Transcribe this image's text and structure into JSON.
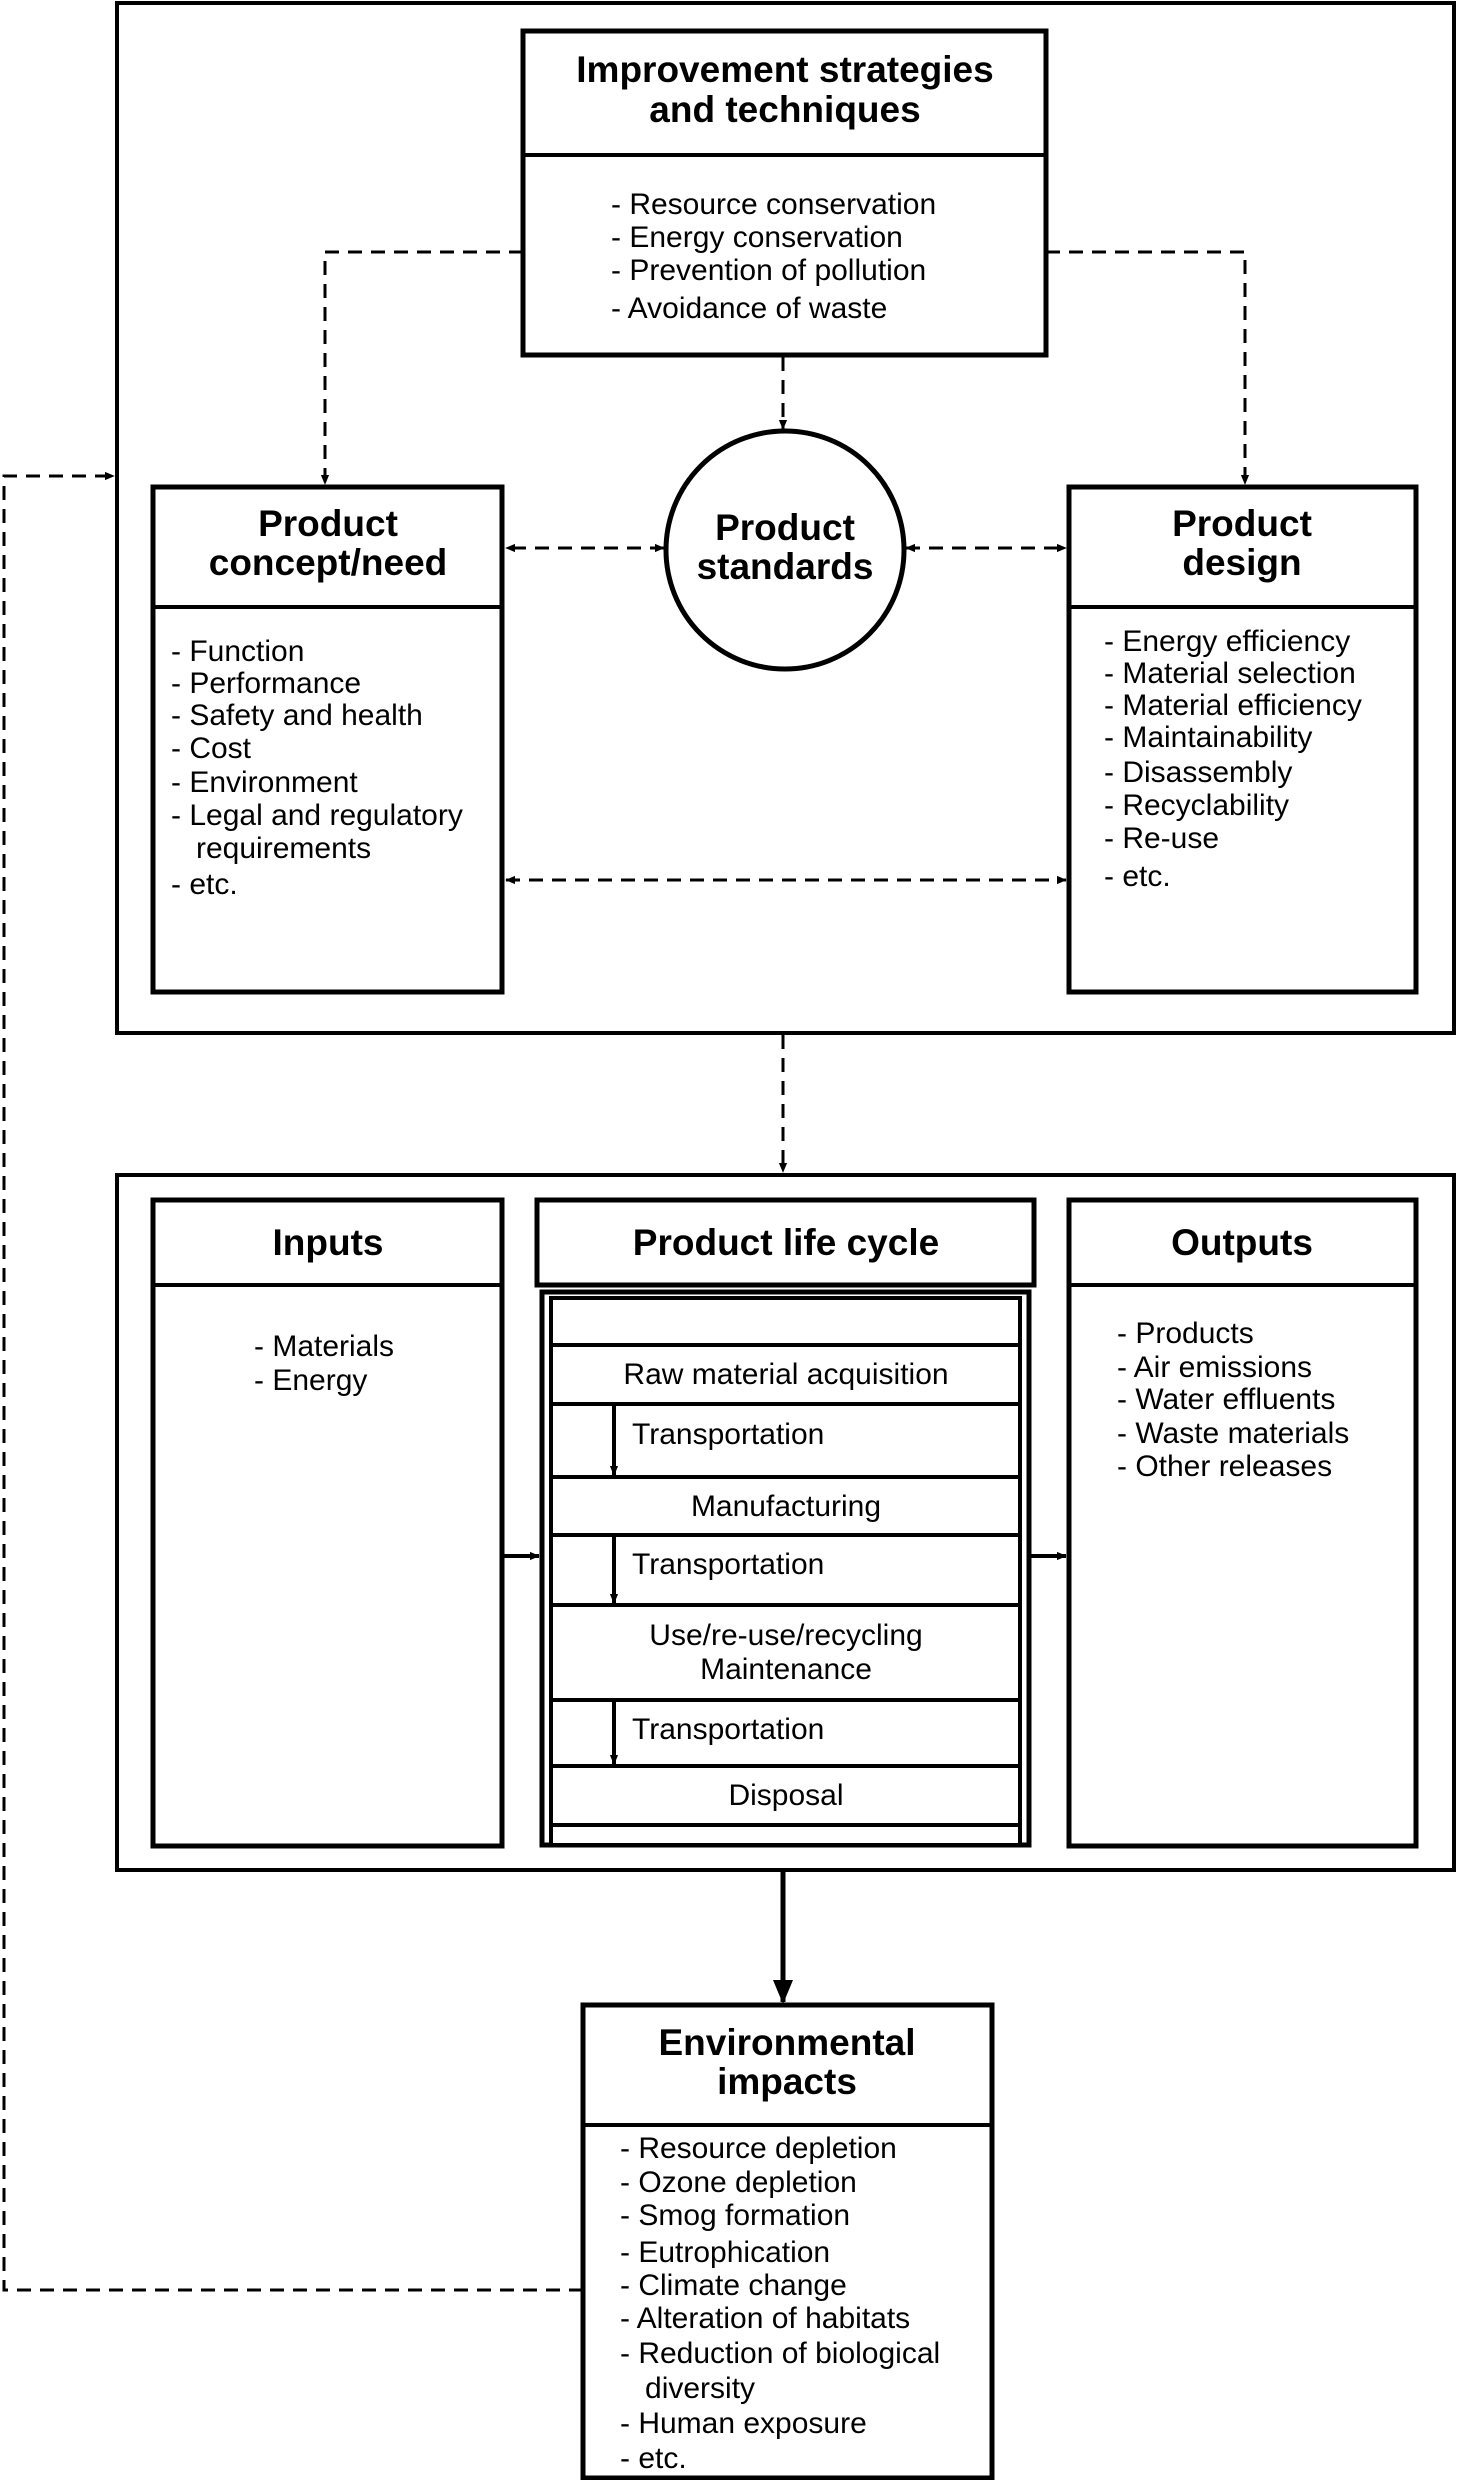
{
  "improvement": {
    "title_lines": [
      "Improvement strategies",
      "and techniques"
    ],
    "items": [
      "- Resource conservation",
      "- Energy conservation",
      "- Prevention of pollution",
      "- Avoidance of waste"
    ]
  },
  "standards": {
    "title_lines": [
      "Product",
      "standards"
    ]
  },
  "concept": {
    "title_lines": [
      "Product",
      "concept/need"
    ],
    "items": [
      "- Function",
      "- Performance",
      "- Safety and health",
      "- Cost",
      "- Environment",
      "- Legal and regulatory",
      "   requirements",
      "- etc."
    ]
  },
  "design": {
    "title_lines": [
      "Product",
      "design"
    ],
    "items": [
      "- Energy efficiency",
      "- Material selection",
      "- Material efficiency",
      "- Maintainability",
      "- Disassembly",
      "- Recyclability",
      "- Re-use",
      "- etc."
    ]
  },
  "inputs": {
    "title": "Inputs",
    "items": [
      "- Materials",
      "- Energy"
    ]
  },
  "lifecycle": {
    "title": "Product life cycle",
    "stages": {
      "raw": "Raw material acquisition",
      "manufacturing": "Manufacturing",
      "use_lines": [
        "Use/re-use/recycling",
        "Maintenance"
      ],
      "disposal": "Disposal"
    },
    "transport_label": "Transportation"
  },
  "outputs": {
    "title": "Outputs",
    "items": [
      "- Products",
      "- Air emissions",
      "- Water effluents",
      "- Waste materials",
      "- Other releases"
    ]
  },
  "impacts": {
    "title_lines": [
      "Environmental",
      "impacts"
    ],
    "items": [
      "- Resource depletion",
      "- Ozone depletion",
      "- Smog formation",
      "- Eutrophication",
      "- Climate change",
      "- Alteration of habitats",
      "- Reduction of biological",
      "   diversity",
      "- Human exposure",
      "- etc."
    ]
  }
}
